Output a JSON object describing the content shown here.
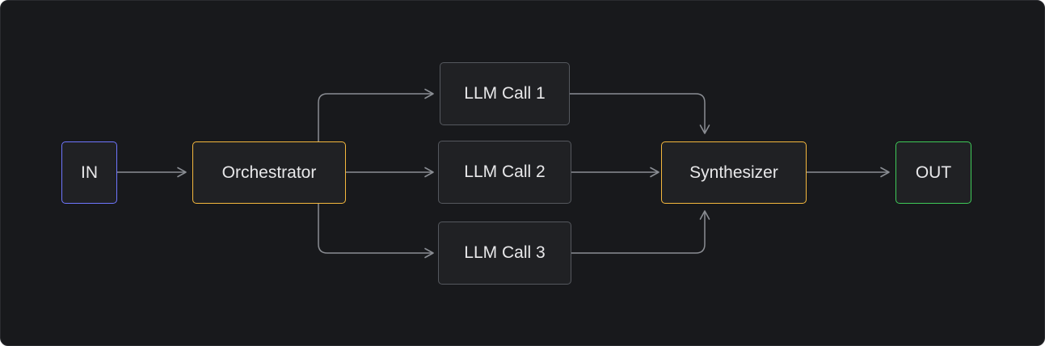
{
  "diagram": {
    "nodes": [
      {
        "id": "in",
        "label": "IN",
        "role": "input",
        "border_color": "#6f76ff"
      },
      {
        "id": "orchestrator",
        "label": "Orchestrator",
        "role": "orchestrator",
        "border_color": "#f5b83d"
      },
      {
        "id": "llm1",
        "label": "LLM Call 1",
        "role": "worker",
        "border_color": "#55585e"
      },
      {
        "id": "llm2",
        "label": "LLM Call 2",
        "role": "worker",
        "border_color": "#55585e"
      },
      {
        "id": "llm3",
        "label": "LLM Call 3",
        "role": "worker",
        "border_color": "#55585e"
      },
      {
        "id": "synthesizer",
        "label": "Synthesizer",
        "role": "synthesizer",
        "border_color": "#f5b83d"
      },
      {
        "id": "out",
        "label": "OUT",
        "role": "output",
        "border_color": "#3fcb58"
      }
    ],
    "edges": [
      {
        "from": "in",
        "to": "orchestrator"
      },
      {
        "from": "orchestrator",
        "to": "llm1"
      },
      {
        "from": "orchestrator",
        "to": "llm2"
      },
      {
        "from": "orchestrator",
        "to": "llm3"
      },
      {
        "from": "llm1",
        "to": "synthesizer"
      },
      {
        "from": "llm2",
        "to": "synthesizer"
      },
      {
        "from": "llm3",
        "to": "synthesizer"
      },
      {
        "from": "synthesizer",
        "to": "out"
      }
    ],
    "colors": {
      "background": "#18191c",
      "node_fill": "#202124",
      "edge": "#8a8d93",
      "text": "#e8e8ea"
    }
  }
}
